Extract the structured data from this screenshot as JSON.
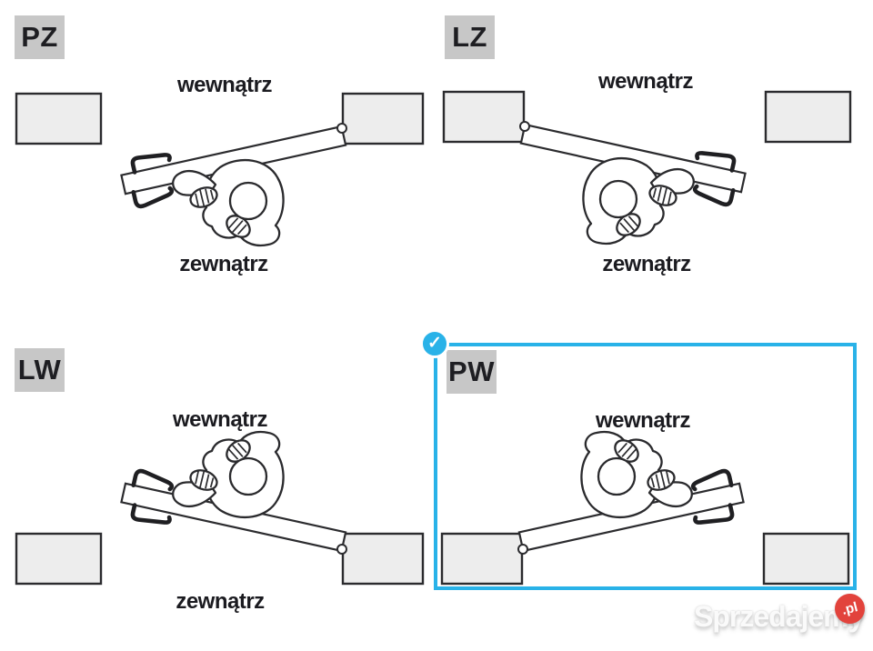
{
  "diagram": {
    "quadrants": [
      {
        "code": "PZ",
        "inside": "wewnątrz",
        "outside": "zewnątrz",
        "selected": false
      },
      {
        "code": "LZ",
        "inside": "wewnątrz",
        "outside": "zewnątrz",
        "selected": false
      },
      {
        "code": "LW",
        "inside": "wewnątrz",
        "outside": "zewnątrz",
        "selected": false
      },
      {
        "code": "PW",
        "inside": "wewnątrz",
        "selected": true
      }
    ],
    "selection": {
      "check": "✓",
      "border_color": "#29b2e8"
    },
    "colors": {
      "badge_bg": "#c7c7c7",
      "line": "#2b2b2e",
      "wall_fill": "#ededed"
    }
  },
  "watermark": {
    "brand": "Sprzedajemy",
    "tld": ".pl",
    "badge_color": "#e2433c"
  }
}
